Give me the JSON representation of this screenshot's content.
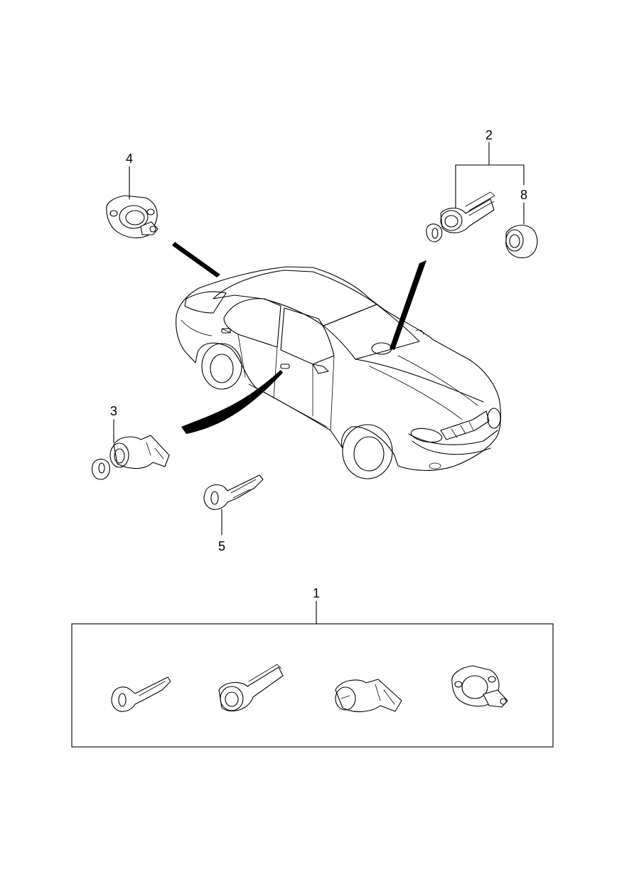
{
  "callouts": {
    "kit": "1",
    "ignition_lock": "2",
    "door_lock": "3",
    "trunk_lock": "4",
    "key": "5",
    "ring": "8"
  }
}
